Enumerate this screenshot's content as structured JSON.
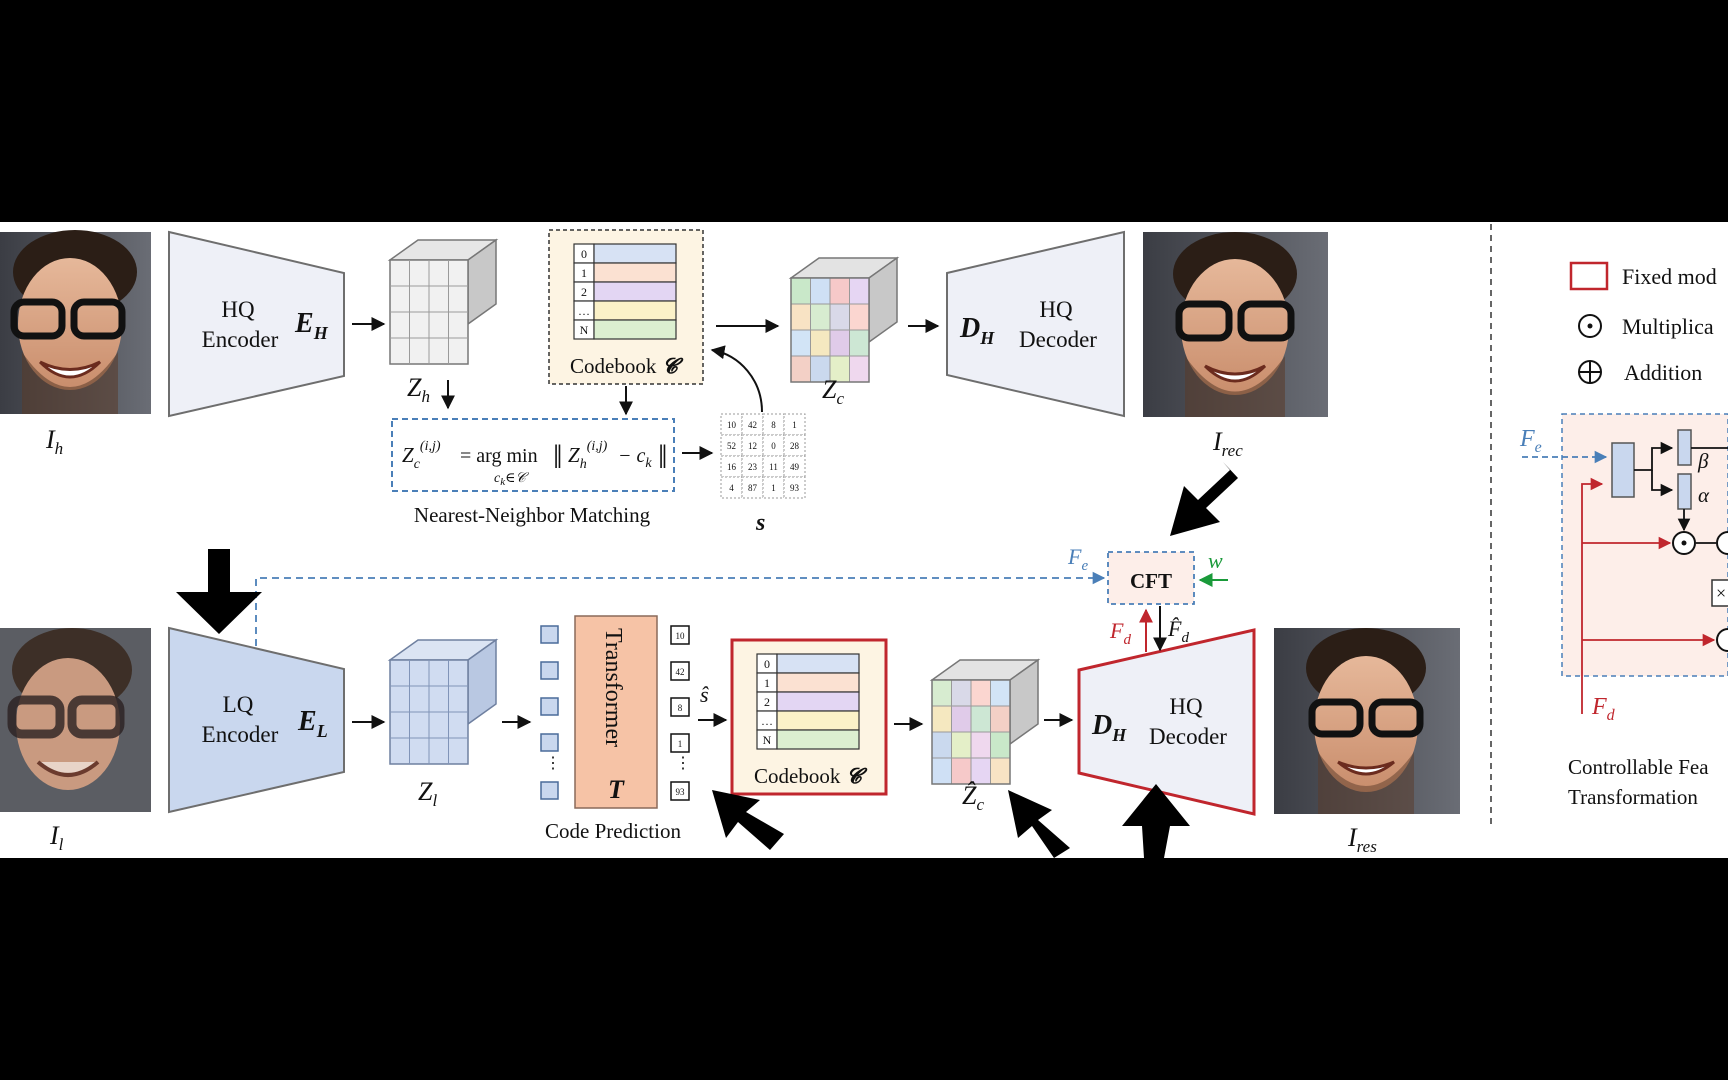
{
  "encoder_hq": {
    "line1": "HQ",
    "line2": "Encoder",
    "symbol": "E",
    "sub": "H"
  },
  "encoder_lq": {
    "line1": "LQ",
    "line2": "Encoder",
    "symbol": "E",
    "sub": "L"
  },
  "decoder_top": {
    "line1": "HQ",
    "line2": "Decoder",
    "symbol": "D",
    "sub": "H"
  },
  "decoder_bottom": {
    "line1": "HQ",
    "line2": "Decoder",
    "symbol": "D",
    "sub": "H"
  },
  "images": {
    "ih": {
      "sym": "I",
      "sub": "h"
    },
    "irec": {
      "sym": "I",
      "sub": "rec"
    },
    "il": {
      "sym": "I",
      "sub": "l"
    },
    "ires": {
      "sym": "I",
      "sub": "res"
    }
  },
  "latents": {
    "zh": {
      "sym": "Z",
      "sub": "h"
    },
    "zc": {
      "sym": "Z",
      "sub": "c"
    },
    "zl": {
      "sym": "Z",
      "sub": "l"
    },
    "zc_hat": {
      "sym": "Ẑ",
      "sub": "c"
    }
  },
  "codebook": {
    "label": "Codebook",
    "symbol": "𝓒",
    "indices": [
      "0",
      "1",
      "2",
      "…",
      "N"
    ]
  },
  "nn_matching": {
    "formula_left": "Z",
    "formula_main": "= arg min",
    "formula_under": "c",
    "formula_right": "− c",
    "caption": "Nearest-Neighbor Matching"
  },
  "s_matrix": {
    "symbol": "s",
    "rows": [
      [
        "10",
        "42",
        "8",
        "1"
      ],
      [
        "52",
        "12",
        "0",
        "28"
      ],
      [
        "16",
        "23",
        "11",
        "49"
      ],
      [
        "4",
        "87",
        "1",
        "93"
      ]
    ]
  },
  "code_prediction": {
    "transformer": "Transformer",
    "symbol": "T",
    "caption": "Code Prediction",
    "tokens": [
      "10",
      "42",
      "8",
      "1",
      "⋮",
      "93"
    ],
    "s_hat": "ŝ"
  },
  "cft": {
    "label": "CFT",
    "fe": "F",
    "fe_sub": "e",
    "w": "w",
    "fd": "F",
    "fd_sub": "d",
    "fd_hat": "F̂",
    "fd_hat_sub": "d"
  },
  "legend": {
    "fixed": "Fixed mod",
    "mult": "Multiplica",
    "add": "Addition"
  },
  "side_panel": {
    "fe": "F",
    "fe_sub": "e",
    "fd": "F",
    "fd_sub": "d",
    "beta": "β",
    "alpha": "α",
    "times": "×",
    "caption1": "Controllable Fea",
    "caption2": "Transformation"
  },
  "colors": {
    "encoder_hq": "#eef0f7",
    "encoder_lq": "#c9d7ee",
    "red": "#c0262d",
    "blue_dash": "#4a7fb8",
    "green": "#1a9a3a",
    "transformer": "#f6c3a6",
    "codebook_bg": "#fdf4e3",
    "side_bg": "#fdeee9"
  }
}
